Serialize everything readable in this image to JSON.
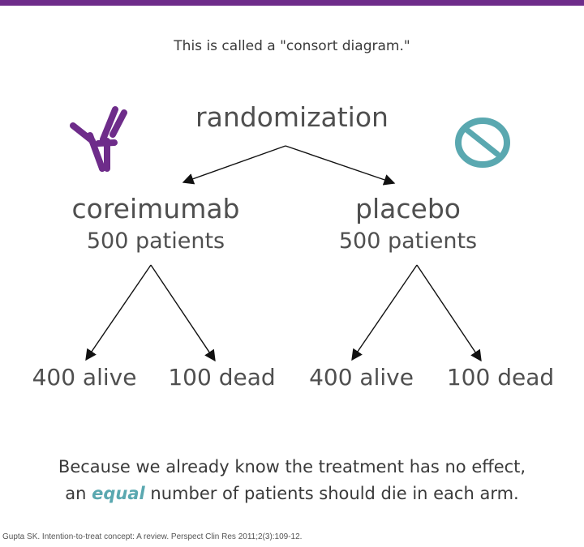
{
  "caption": "This is called a \"consort diagram.\"",
  "root": {
    "label": "randomization"
  },
  "arms": [
    {
      "name": "coreimumab",
      "count": "500 patients",
      "icon": "antibody-icon",
      "icon_color": "#6e2c8a",
      "outcomes": [
        "400 alive",
        "100 dead"
      ]
    },
    {
      "name": "placebo",
      "count": "500 patients",
      "icon": "pill-icon",
      "icon_color": "#5aa8b0",
      "outcomes": [
        "400 alive",
        "100 dead"
      ]
    }
  ],
  "conclusion": {
    "line1": "Because we already know the treatment has no effect,",
    "line2_prefix": "an ",
    "line2_emphasis": "equal",
    "line2_suffix": " number of patients should die in each arm."
  },
  "citation": "Gupta SK. Intention-to-treat concept: A review. Perspect Clin Res 2011;2(3):109-12.",
  "colors": {
    "accent_bar": "#6e2c8a",
    "emphasis": "#5aa8b0",
    "text": "#4a4a4a"
  }
}
